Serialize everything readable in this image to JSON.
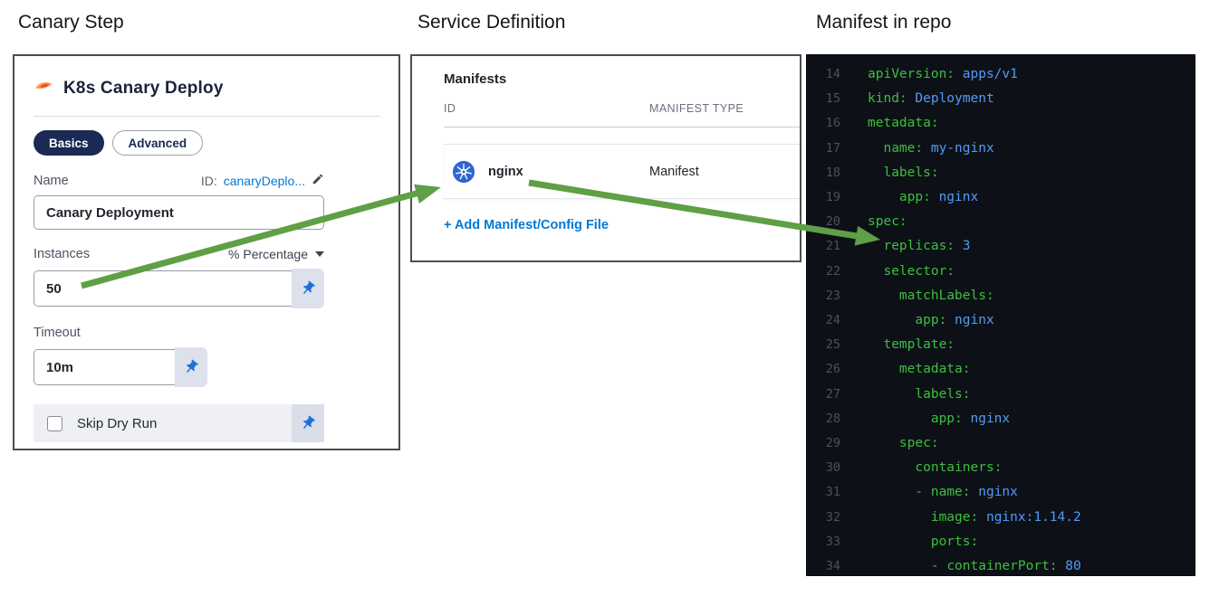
{
  "headings": {
    "canary": "Canary Step",
    "service": "Service Definition",
    "manifest": "Manifest in repo"
  },
  "canary_panel": {
    "title": "K8s Canary Deploy",
    "tabs": [
      {
        "label": "Basics",
        "active": true
      },
      {
        "label": "Advanced",
        "active": false
      }
    ],
    "name_label": "Name",
    "id_prefix": "ID:",
    "id_value": "canaryDeplo...",
    "name_value": "Canary Deployment",
    "instances_label": "Instances",
    "unit_selector": "% Percentage",
    "instances_value": "50",
    "timeout_label": "Timeout",
    "timeout_value": "10m",
    "skip_dry_run_label": "Skip Dry Run",
    "skip_dry_run_checked": false
  },
  "service_panel": {
    "title": "Manifests",
    "columns": [
      "ID",
      "MANIFEST TYPE"
    ],
    "rows": [
      {
        "id": "nginx",
        "type": "Manifest",
        "icon": "kubernetes-icon"
      }
    ],
    "add_link": "+ Add Manifest/Config File"
  },
  "editor": {
    "language": "yaml",
    "lines": [
      {
        "n": 14,
        "i": 0,
        "k": "apiVersion",
        "v": "apps/v1"
      },
      {
        "n": 15,
        "i": 0,
        "k": "kind",
        "v": "Deployment"
      },
      {
        "n": 16,
        "i": 0,
        "k": "metadata",
        "v": ""
      },
      {
        "n": 17,
        "i": 2,
        "k": "name",
        "v": "my-nginx"
      },
      {
        "n": 18,
        "i": 2,
        "k": "labels",
        "v": ""
      },
      {
        "n": 19,
        "i": 4,
        "k": "app",
        "v": "nginx"
      },
      {
        "n": 20,
        "i": 0,
        "k": "spec",
        "v": ""
      },
      {
        "n": 21,
        "i": 2,
        "k": "replicas",
        "v": "3"
      },
      {
        "n": 22,
        "i": 2,
        "k": "selector",
        "v": ""
      },
      {
        "n": 23,
        "i": 4,
        "k": "matchLabels",
        "v": ""
      },
      {
        "n": 24,
        "i": 6,
        "k": "app",
        "v": "nginx"
      },
      {
        "n": 25,
        "i": 2,
        "k": "template",
        "v": ""
      },
      {
        "n": 26,
        "i": 4,
        "k": "metadata",
        "v": ""
      },
      {
        "n": 27,
        "i": 6,
        "k": "labels",
        "v": ""
      },
      {
        "n": 28,
        "i": 8,
        "k": "app",
        "v": "nginx"
      },
      {
        "n": 29,
        "i": 4,
        "k": "spec",
        "v": ""
      },
      {
        "n": 30,
        "i": 6,
        "k": "containers",
        "v": ""
      },
      {
        "n": 31,
        "i": 6,
        "dash": true,
        "k": "name",
        "v": "nginx"
      },
      {
        "n": 32,
        "i": 8,
        "k": "image",
        "v": "nginx:1.14.2"
      },
      {
        "n": 33,
        "i": 8,
        "k": "ports",
        "v": ""
      },
      {
        "n": 34,
        "i": 8,
        "dash": true,
        "k": "containerPort",
        "v": "80"
      }
    ]
  },
  "icons": {
    "canary": "canary-bird-icon",
    "kubernetes": "kubernetes-icon",
    "pin": "pushpin-icon",
    "edit": "pencil-edit-icon",
    "caret": "chevron-down-icon"
  },
  "colors": {
    "accent_blue": "#0278d5",
    "arrow_green": "#5f9f45",
    "tab_active_bg": "#1a2a55",
    "kubernetes_blue": "#2f66d0",
    "pin_blue": "#1f6fd8",
    "code_bg": "#0d1117",
    "code_key_green": "#3ebe3e",
    "code_value_blue": "#539bf5",
    "code_linenum_gray": "#4a525b"
  }
}
